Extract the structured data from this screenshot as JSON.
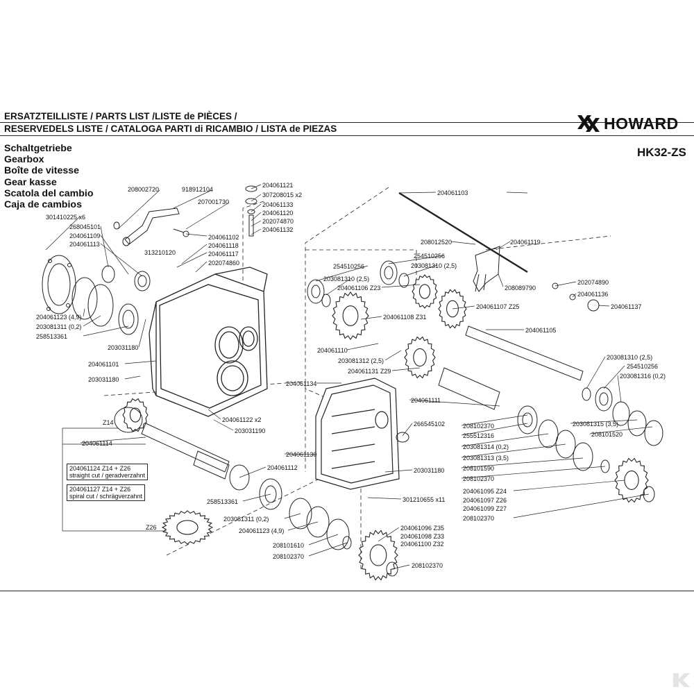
{
  "header": {
    "line1": "ERSATZTEILLISTE / PARTS LIST /LISTE de PIÈCES /",
    "line2": "RESERVEDELS LISTE / CATALOGA PARTI di RICAMBIO / LISTA de PIEZAS",
    "brand": "HOWARD",
    "model": "HK32-ZS"
  },
  "titles": [
    "Schaltgetriebe",
    "Gearbox",
    "Boîte de vitesse",
    "Gear kasse",
    "Scatola del cambio",
    "Caja de cambios"
  ],
  "labels": {
    "p208002720": "208002720",
    "p918912104": "918912104",
    "p207001730": "207001730",
    "p204061121": "204061121",
    "p307208015": "307208015 x2",
    "p204061133": "204061133",
    "p204061120": "204061120",
    "p202074870": "202074870",
    "p204061132": "204061132",
    "p204061103": "204061103",
    "p301410225": "301410225 x6",
    "p268045101": "268045101",
    "p204061109": "204061109",
    "p204061113": "204061113",
    "p313210120": "313210120",
    "p204061102": "204061102",
    "p204061118": "204061118",
    "p204061117": "204061117",
    "p202074860": "202074860",
    "p208012520": "208012520",
    "p204061119": "204061119",
    "p254510256a": "254510256",
    "p254510256b": "254510256",
    "p203081310a": "203081310",
    "p203081310a_v": "(2,5)",
    "p203081310b": "203081310",
    "p203081310b_v": "(2,5)",
    "p204061106": "204061106 Z23",
    "p208089790": "208089790",
    "p202074890": "202074890",
    "p204061136": "204061136",
    "p204061137": "204061137",
    "p204061107": "204061107 Z25",
    "p204061123a": "204061123 (4,9)",
    "p203081311a": "203081311 (0,2)",
    "p258513361a": "258513361",
    "p203031180a": "203031180",
    "p204061108": "204061108 Z31",
    "p204061105": "204061105",
    "p204061110": "204061110",
    "p203081312": "203081312 (2,5)",
    "p204061131": "204061131 Z29",
    "p204061101": "204061101",
    "p203031180b": "203031180",
    "p204061134": "204061134",
    "p203081310c": "203081310",
    "p203081310c_v": "(2,5)",
    "p254510256c": "254510256",
    "p203081316": "203081316 (0,2)",
    "p204061111": "204061111",
    "pZ14": "Z14",
    "p204061122": "204061122",
    "p204061122_q": "x2",
    "p203031190": "203031190",
    "p266545102": "266545102",
    "p208102370a": "208102370",
    "p255512316": "255512316",
    "p203081315": "203081315 (3,5)",
    "p208101520": "208101520",
    "p204061114": "204061114",
    "p203081314": "203081314  (0,2)",
    "p204061130": "204061130",
    "p203081313": "203081313  (3,5)",
    "p204061112": "204061112",
    "p203031180c": "203031180",
    "p208101590": "208101590",
    "p208102370b": "208102370",
    "p204061095": "204061095  Z24",
    "p204061097": "204061097  Z26",
    "p204061099": "204061099  Z27",
    "p208102370c": "208102370",
    "p301210655": "301210655 x11",
    "p258513361b": "258513361",
    "p203081311b": "203081311",
    "p203081311b_v": "(0,2)",
    "pZ26": "Z26",
    "p204061123b": "204061123",
    "p204061123b_v": "(4,9)",
    "p204061096": "204061096  Z35",
    "p204061098": "204061098  Z33",
    "p204061100": "204061100  Z32",
    "p208101610": "208101610",
    "p208102370d": "208102370",
    "p208102370e": "208102370"
  },
  "boxes": {
    "straight_line1": "204061124 Z14 + Z26",
    "straight_line2": "straight cut /  geradverzahnt",
    "spiral_line1": "204061127 Z14 + Z26",
    "spiral_line2": "spiral cut / schrägverzahnt"
  }
}
